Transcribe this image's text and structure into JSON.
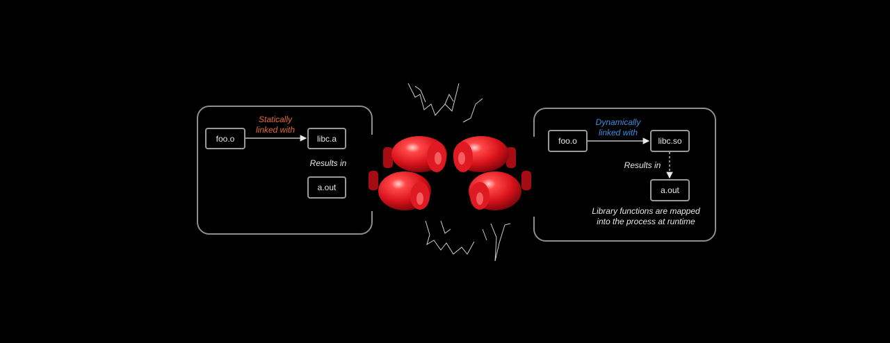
{
  "static": {
    "source": "foo.o",
    "library": "libc.a",
    "link_label_line1": "Statically",
    "link_label_line2": "linked with",
    "results_label": "Results in",
    "output": "a.out"
  },
  "dynamic": {
    "source": "foo.o",
    "library": "libc.so",
    "link_label_line1": "Dynamically",
    "link_label_line2": "linked with",
    "results_label": "Results in",
    "output": "a.out",
    "note_line1": "Library functions are mapped",
    "note_line2": "into the process at runtime"
  },
  "colors": {
    "static_accent": "#e2683c",
    "dynamic_accent": "#3d8fe0",
    "glove": "#d8121b",
    "border": "#8f8f8f"
  },
  "icons": {
    "center": "boxing-gloves-icon"
  }
}
